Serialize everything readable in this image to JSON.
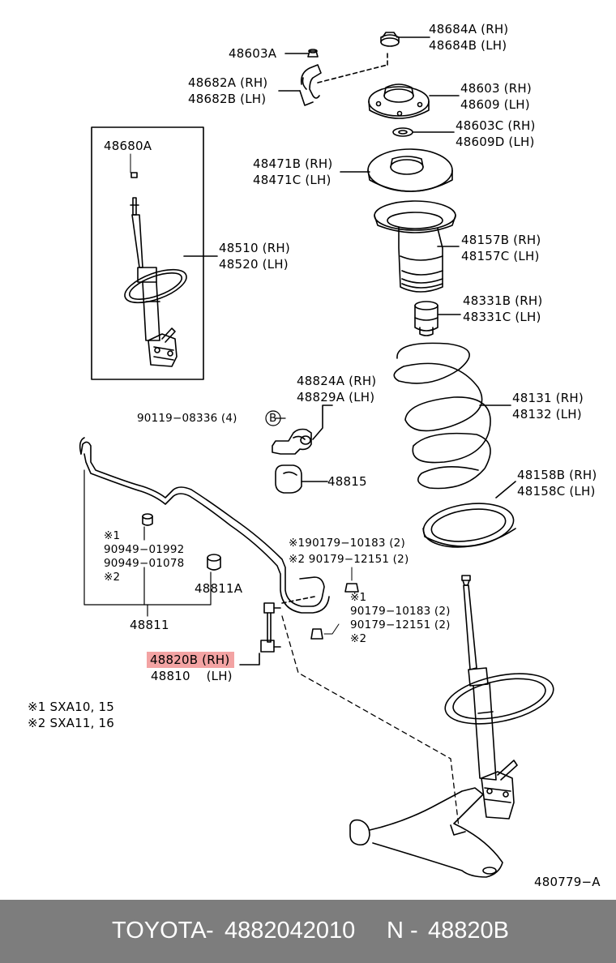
{
  "labels": {
    "p48684": [
      "48684A (RH)",
      "48684B (LH)"
    ],
    "p48603A": "48603A",
    "p48682": [
      "48682A (RH)",
      "48682B (LH)"
    ],
    "p48603": [
      "48603 (RH)",
      "48609 (LH)"
    ],
    "p48603C": [
      "48603C (RH)",
      "48609D (LH)"
    ],
    "p48680A": "48680A",
    "p48471": [
      "48471B (RH)",
      "48471C (LH)"
    ],
    "p48510": [
      "48510 (RH)",
      "48520 (LH)"
    ],
    "p48157": [
      "48157B (RH)",
      "48157C (LH)"
    ],
    "p48331": [
      "48331B (RH)",
      "48331C (LH)"
    ],
    "p48824": [
      "48824A (RH)",
      "48829A (LH)"
    ],
    "p48131": [
      "48131 (RH)",
      "48132 (LH)"
    ],
    "p90119": "90119−08336 (4)",
    "p90119_ref": "B",
    "p48815": "48815",
    "p48158": [
      "48158B (RH)",
      "48158C (LH)"
    ],
    "p90949": [
      "※1",
      "90949−01992",
      "90949−01078",
      "※2"
    ],
    "p48811A": "48811A",
    "p48811": "48811",
    "p190179": [
      "※190179−10183 (2)",
      "※2 90179−12151 (2)"
    ],
    "p90179b": [
      "※1",
      "90179−10183 (2)",
      "90179−12151 (2)",
      "※2"
    ],
    "p48820B": "48820B (RH)",
    "p48810": "48810    (LH)",
    "notes": [
      "※1 SXA10, 15",
      "※2 SXA11, 16"
    ],
    "diagram_id": "480779−A"
  },
  "footer": {
    "brand": "TOYOTA",
    "sep1": "-",
    "oem_number": "4882042010",
    "n_label": "N",
    "sep2": "-",
    "part_ref": "48820B"
  },
  "colors": {
    "highlight": "#f3a3a3",
    "footer_bg": "#7d7d7d",
    "footer_text": "#ffffff"
  }
}
